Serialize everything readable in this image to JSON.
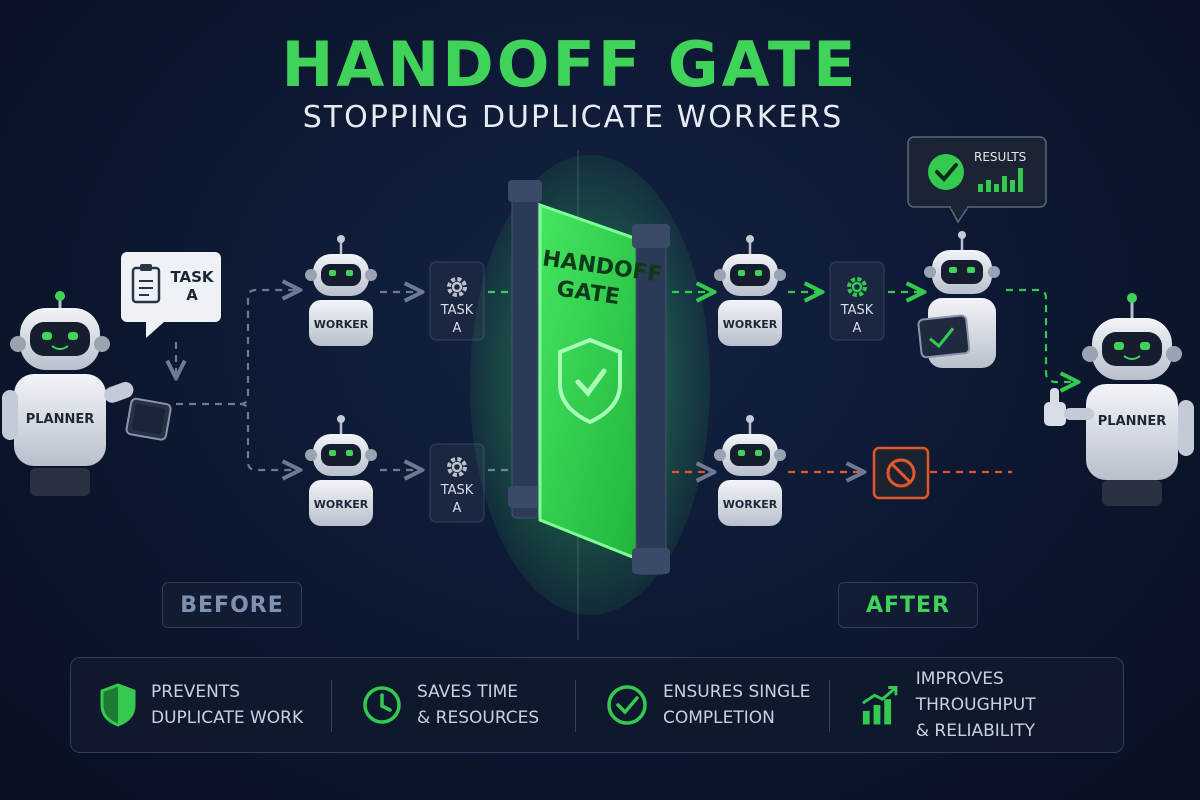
{
  "header": {
    "title": "HANDOFF GATE",
    "subtitle": "STOPPING DUPLICATE WORKERS"
  },
  "gate": {
    "label_line1": "HANDOFF",
    "label_line2": "GATE"
  },
  "before": {
    "planner_label": "PLANNER",
    "task_bubble": {
      "line1": "TASK",
      "line2": "A"
    },
    "workers": [
      {
        "label": "WORKER",
        "task_line1": "TASK",
        "task_line2": "A"
      },
      {
        "label": "WORKER",
        "task_line1": "TASK",
        "task_line2": "A"
      }
    ],
    "phase_label": "BEFORE"
  },
  "after": {
    "worker_top_label": "WORKER",
    "task_line1": "TASK",
    "task_line2": "A",
    "worker_bottom_label": "WORKER",
    "results_label": "RESULTS",
    "planner_label": "PLANNER",
    "phase_label": "AFTER"
  },
  "features": [
    {
      "icon": "shield-check-icon",
      "line1": "PREVENTS",
      "line2": "DUPLICATE WORK"
    },
    {
      "icon": "clock-icon",
      "line1": "SAVES TIME",
      "line2": "& RESOURCES"
    },
    {
      "icon": "check-circle-icon",
      "line1": "ENSURES SINGLE",
      "line2": "COMPLETION"
    },
    {
      "icon": "growth-chart-icon",
      "line1": "IMPROVES THROUGHPUT",
      "line2": "& RELIABILITY"
    }
  ],
  "colors": {
    "accent_green": "#34c94f",
    "title_green": "#3fd35a",
    "blocked_orange": "#e3582a",
    "background": "#0c1730",
    "arrow_gray": "#6d7a94"
  }
}
